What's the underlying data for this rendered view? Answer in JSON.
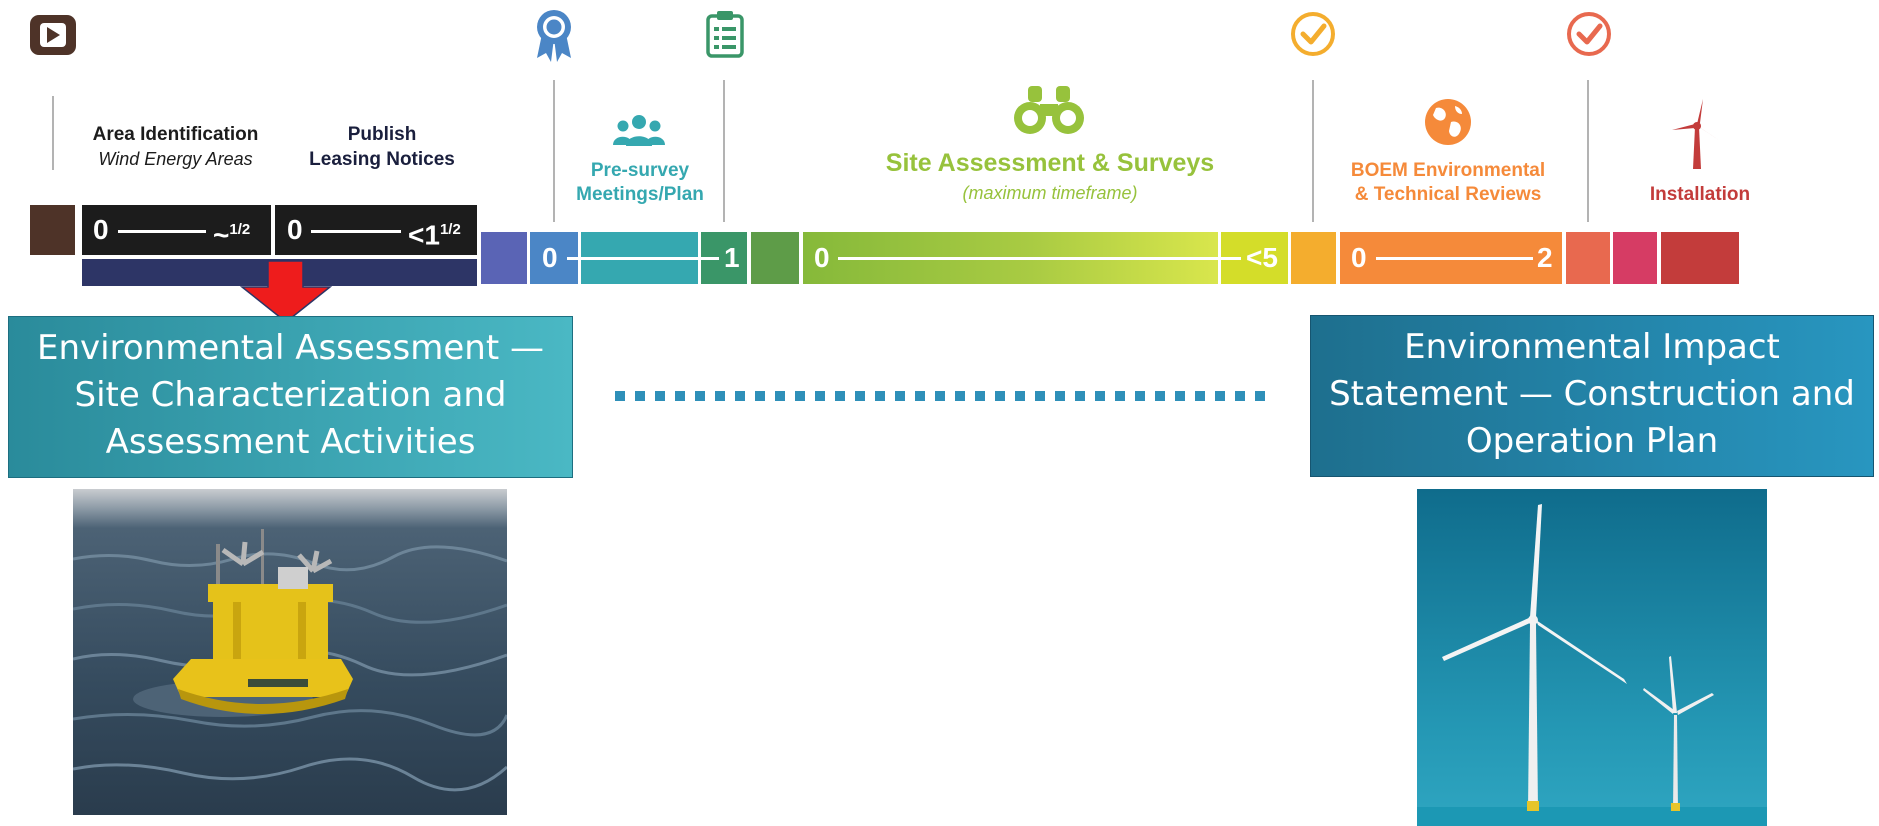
{
  "colors": {
    "play": "#4e3328",
    "navy": "#2d3566",
    "dark": "#1c1c1c",
    "indigo": "#5a64b5",
    "blue": "#4b86c6",
    "teal": "#35a8b0",
    "green_dark": "#3a9668",
    "green_mid": "#5e9c48",
    "lime": "#97c23c",
    "yellow": "#d9e64c",
    "amber": "#f4ad2e",
    "orange": "#f58a3a",
    "coral": "#e8694f",
    "pink": "#d63c64",
    "red": "#c33c3b",
    "arrow": "#ee1c1c",
    "box_left": "#3ba7b4",
    "box_right": "#2690b4"
  },
  "icons": {
    "start": "play-icon",
    "leasing": "award-ribbon-icon",
    "plan": "clipboard-checklist-icon",
    "checkpoint_1": "check-circle-icon",
    "checkpoint_2": "check-circle-icon",
    "meetings": "people-group-icon",
    "survey": "binoculars-icon",
    "review": "globe-icon",
    "install": "wind-turbine-icon",
    "arrow": "down-arrow-icon",
    "photo_left": "buoy-photo",
    "photo_right": "wind-turbines-photo"
  },
  "phases": {
    "area_title": "Area Identification",
    "area_subtitle": "Wind Energy Areas",
    "publish_line1": "Publish",
    "publish_line2": "Leasing Notices",
    "presurvey_line1": "Pre-survey",
    "presurvey_line2": "Meetings/Plan",
    "site_title": "Site Assessment & Surveys",
    "site_subtitle": "(maximum timeframe)",
    "boem_line1": "BOEM Environmental",
    "boem_line2": "& Technical Reviews",
    "install": "Installation"
  },
  "durations": {
    "area_start": "0",
    "area_end": "~",
    "area_end_sup": "1/2",
    "publish_start": "0",
    "publish_end": "<1",
    "publish_end_sup": "1/2",
    "presurvey_start": "0",
    "presurvey_end": "1",
    "site_start": "0",
    "site_end": "<5",
    "boem_start": "0",
    "boem_end": "2"
  },
  "boxes": {
    "left_line1": "Environmental Assessment —",
    "left_line2": "Site Characterization and",
    "left_line3": "Assessment Activities",
    "right_line1": "Environmental Impact",
    "right_line2": "Statement — Construction and",
    "right_line3": "Operation Plan"
  }
}
